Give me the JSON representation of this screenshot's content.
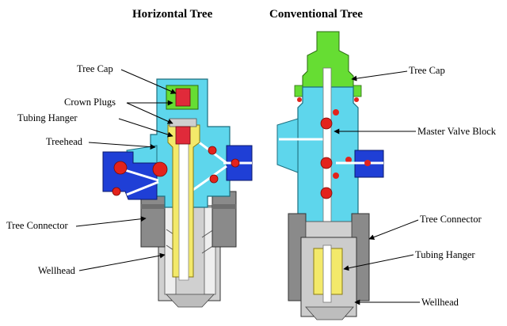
{
  "titles": {
    "horizontal": "Horizontal Tree",
    "conventional": "Conventional Tree"
  },
  "horizontal_labels": {
    "tree_cap": "Tree Cap",
    "crown_plugs": "Crown Plugs",
    "tubing_hanger": "Tubing Hanger",
    "treehead": "Treehead",
    "tree_connector": "Tree Connector",
    "wellhead": "Wellhead"
  },
  "conventional_labels": {
    "tree_cap": "Tree Cap",
    "master_valve_block": "Master Valve Block",
    "tree_connector": "Tree Connector",
    "tubing_hanger": "Tubing Hanger",
    "wellhead": "Wellhead"
  },
  "colors": {
    "body_cyan": "#5ed6ec",
    "tree_cap_green": "#66dd33",
    "hanger_yellow": "#f3e96a",
    "valve_blue": "#1f3fd6",
    "valve_red": "#e3231c",
    "plug_red": "#e02a3a",
    "connector_gray": "#8a8a8a",
    "wellhead_gray": "#c8c8c8"
  }
}
